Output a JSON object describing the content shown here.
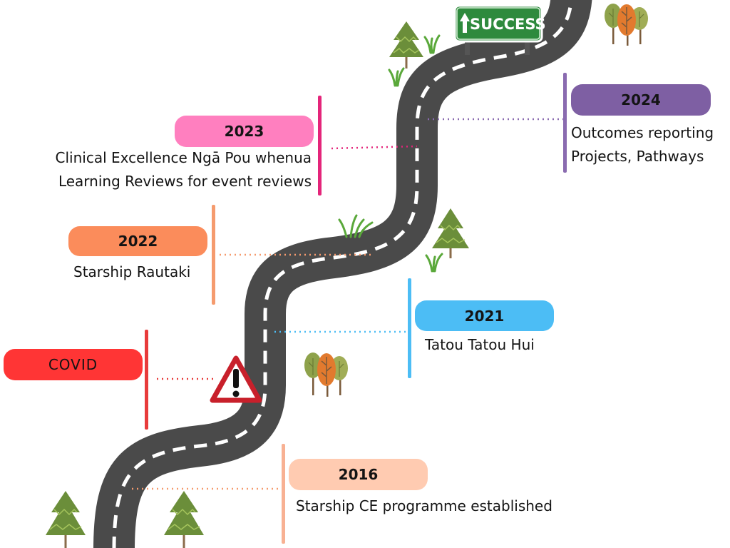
{
  "sign": {
    "label": "SUCCESS"
  },
  "milestones": [
    {
      "key": "y2024",
      "label": "2024",
      "lines": [
        "Outcomes reporting",
        "Projects, Pathways"
      ],
      "color": "#7e5fa3",
      "bar": "#8a6bb0",
      "dot": "#8a6bb0"
    },
    {
      "key": "y2023",
      "label": "2023",
      "lines": [
        "Clinical Excellence Ngā Pou whenua",
        "Learning Reviews for event reviews"
      ],
      "color": "#ff7fbf",
      "bar": "#e4257a",
      "dot": "#e4257a"
    },
    {
      "key": "y2022",
      "label": "2022",
      "lines": [
        "Starship Rautaki"
      ],
      "color": "#fb8c5b",
      "bar": "#f59b6e",
      "dot": "#f59b6e"
    },
    {
      "key": "y2021",
      "label": "2021",
      "lines": [
        "Tatou Tatou Hui"
      ],
      "color": "#4cbdf5",
      "bar": "#4cbdf5",
      "dot": "#4cbdf5"
    },
    {
      "key": "covid",
      "label": "COVID",
      "lines": [],
      "color": "#ff3535",
      "bar": "#e83b3b",
      "dot": "#e83b3b"
    },
    {
      "key": "y2016",
      "label": "2016",
      "lines": [
        "Starship CE programme established"
      ],
      "color": "#ffcbb1",
      "bar": "#f8b193",
      "dot": "#f59b6e"
    }
  ]
}
